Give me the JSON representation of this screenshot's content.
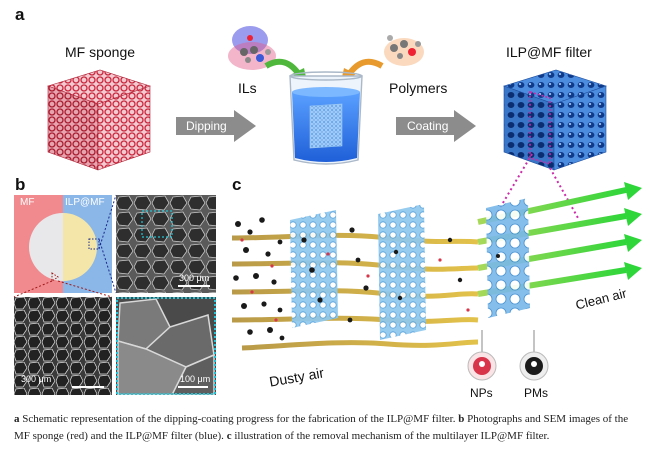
{
  "panels": {
    "a": "a",
    "b": "b",
    "c": "c"
  },
  "panel_a": {
    "mf_sponge": "MF sponge",
    "ils": "ILs",
    "polymers": "Polymers",
    "filter": "ILP@MF filter",
    "dipping": "Dipping",
    "coating": "Coating"
  },
  "panel_b": {
    "mf": "MF",
    "ilp_mf": "ILP@MF",
    "scale_1": "300 μm",
    "scale_2": "300 μm",
    "scale_3": "100 μm"
  },
  "panel_c": {
    "dusty_air": "Dusty air",
    "clean_air": "Clean air",
    "nps": "NPs",
    "pms": "PMs"
  },
  "caption": {
    "a_letter": "a",
    "a_text": " Schematic representation of the dipping-coating progress for the fabrication of the ILP@MF filter. ",
    "b_letter": "b",
    "b_text": " Photographs and SEM images of the MF sponge (red) and the ILP@MF filter (blue). ",
    "c_letter": "c",
    "c_text": " illustration of the removal mechanism of the multilayer ILP@MF filter."
  },
  "colors": {
    "mf_red": "#d8344a",
    "filter_blue": "#3f7fd6",
    "arrow_gray": "#8c8c8c",
    "clean_green": "#36d43a",
    "dusty_yellow": "#d8b13a",
    "guide_magenta": "#cc2aa8",
    "scale_cyan": "#22c4d8"
  }
}
